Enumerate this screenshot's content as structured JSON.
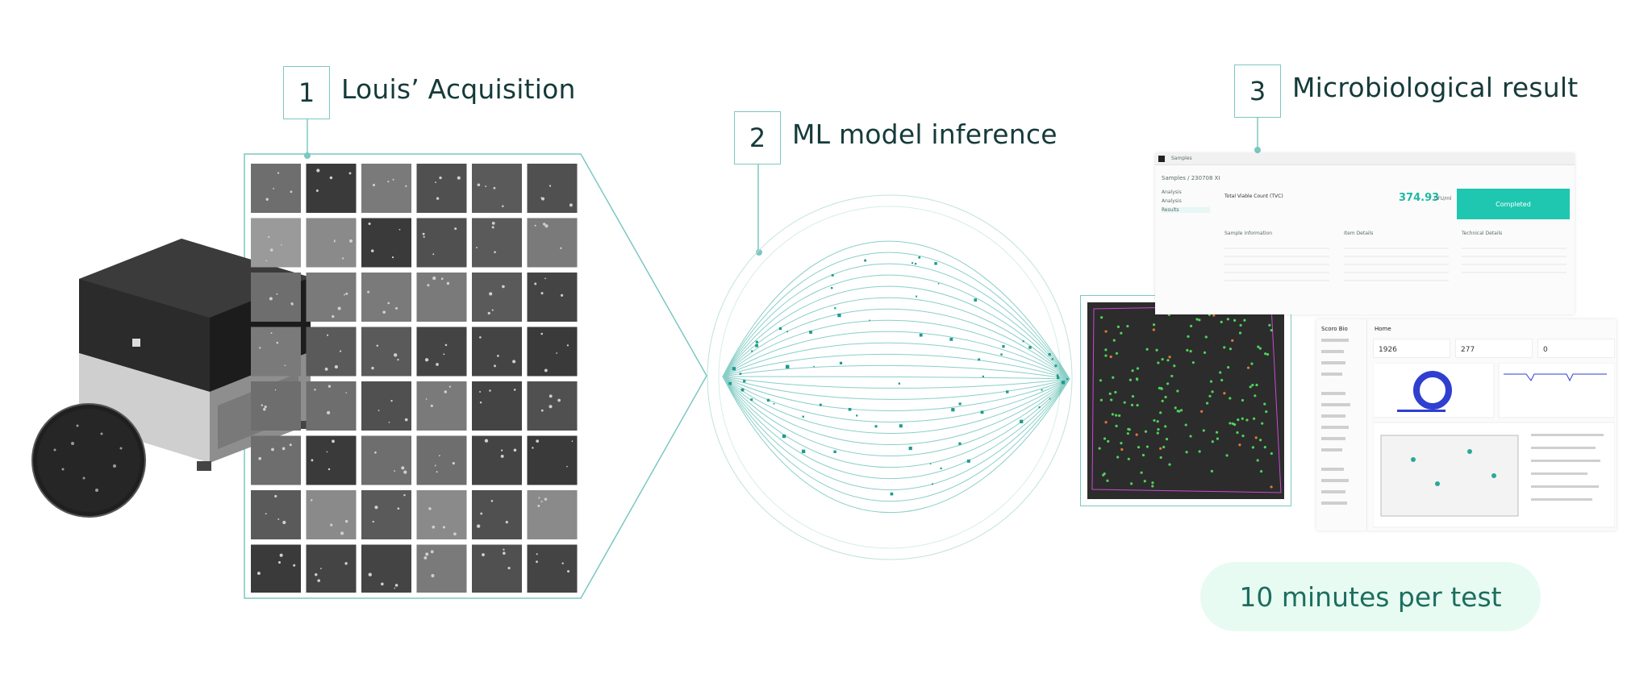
{
  "steps": [
    {
      "number": "1",
      "label": "Louis’ Acquisition"
    },
    {
      "number": "2",
      "label": "ML model inference"
    },
    {
      "number": "3",
      "label": "Microbiological result"
    }
  ],
  "time_badge": "10 minutes per test",
  "colors": {
    "accent": "#2aa89a",
    "line": "#7cc8c0",
    "text": "#163a3a",
    "pill_bg": "#e8fbf3",
    "completed": "#1fc7b0"
  },
  "sample_panel": {
    "breadcrumb": "Samples / 230708 XI",
    "tab": "Samples",
    "sidebar": [
      "Analysis",
      "Analysis",
      "Results"
    ],
    "metric_label": "Total Viable Count (TVC)",
    "metric_value": "374.93",
    "metric_unit": "CFU/ml",
    "status": "Completed",
    "sections": [
      "Sample information",
      "Item Details",
      "Technical Details"
    ]
  },
  "dashboard_panel": {
    "brand": "Scoro Bio",
    "title": "Home",
    "kpis": [
      "1926",
      "277",
      "0"
    ]
  }
}
